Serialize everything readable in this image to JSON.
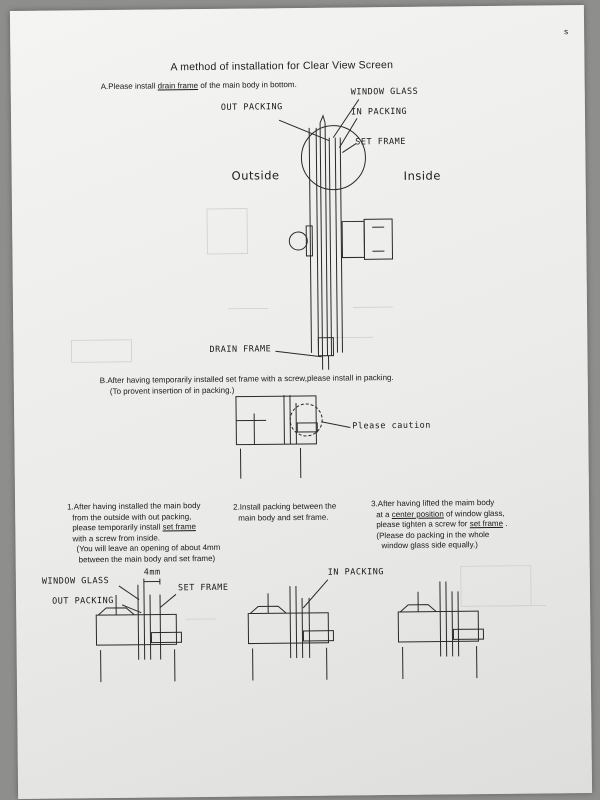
{
  "page_mark": "s",
  "title": "A method of installation for Clear View Screen",
  "step_a": {
    "prefix": "A.Please install ",
    "underlined": "drain frame",
    "suffix": " of the main body in bottom."
  },
  "diagram_a": {
    "out_packing": "OUT PACKING",
    "window_glass": "WINDOW GLASS",
    "in_packing": "IN PACKING",
    "set_frame": "SET FRAME",
    "outside": "Outside",
    "inside": "Inside",
    "drain_frame": "DRAIN FRAME"
  },
  "step_b": {
    "line1": "B.After having temporarily installed set frame with a screw,please install in packing.",
    "line2": "(To provent insertion of in packing.)",
    "caution": "Please caution"
  },
  "step_1": {
    "line1": "1.After having installed the main body",
    "line2": "from the outside with out packing,",
    "line3_prefix": "please temporarily install ",
    "line3_underlined": "set frame",
    "line4": "with a screw from inside.",
    "line5": "(You will leave an opening of about 4mm",
    "line6": "between the main body and set frame)"
  },
  "step_2": {
    "line1": "2.Install packing between the",
    "line2": "main body and set frame."
  },
  "step_3": {
    "line1": "3.After having lifted the maim body",
    "line2_prefix": "at a ",
    "line2_underlined": "center position",
    "line2_suffix": " of window glass,",
    "line3_prefix": "please tighten a screw for ",
    "line3_underlined": "set frame",
    "line3_suffix": " .",
    "line4": "(Please do packing in the whole",
    "line5": "window glass side equally.)"
  },
  "diagram_1": {
    "window_glass": "WINDOW GLASS",
    "four_mm": "4mm",
    "set_frame": "SET FRAME",
    "out_packing": "OUT PACKING"
  },
  "diagram_2": {
    "in_packing": "IN PACKING"
  }
}
